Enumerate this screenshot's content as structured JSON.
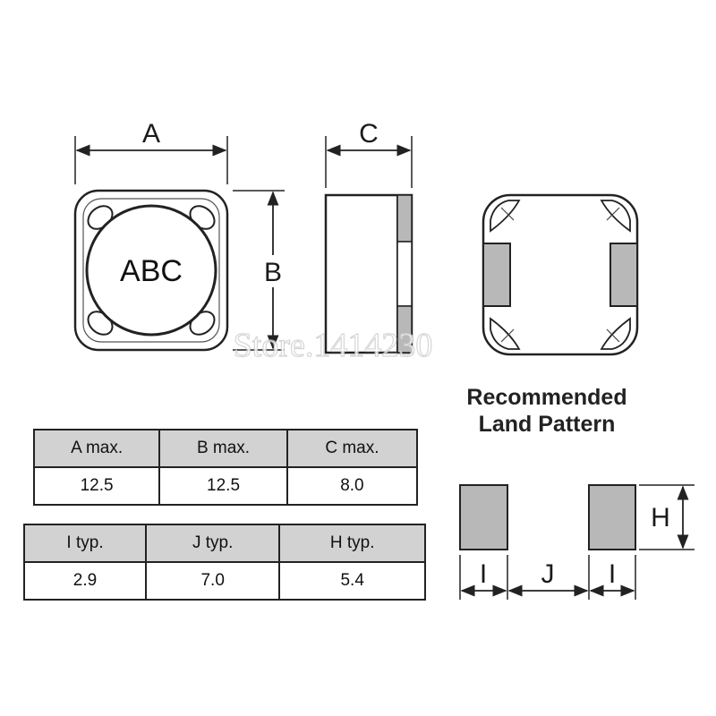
{
  "labels": {
    "dim_a": "A",
    "dim_b": "B",
    "dim_c": "C",
    "marking": "ABC",
    "dim_h": "H",
    "dim_i": "I",
    "dim_j": "J"
  },
  "watermark": "Store.1414230",
  "land_pattern": {
    "title_line1": "Recommended",
    "title_line2": "Land Pattern"
  },
  "table_max": {
    "headers": [
      "A max.",
      "B max.",
      "C max."
    ],
    "values": [
      "12.5",
      "12.5",
      "8.0"
    ]
  },
  "table_typ": {
    "headers": [
      "I typ.",
      "J typ.",
      "H typ."
    ],
    "values": [
      "2.9",
      "7.0",
      "5.4"
    ]
  },
  "colors": {
    "outline": "#222222",
    "pad_fill": "#b8b8b8",
    "header_fill": "#d2d2d2"
  }
}
